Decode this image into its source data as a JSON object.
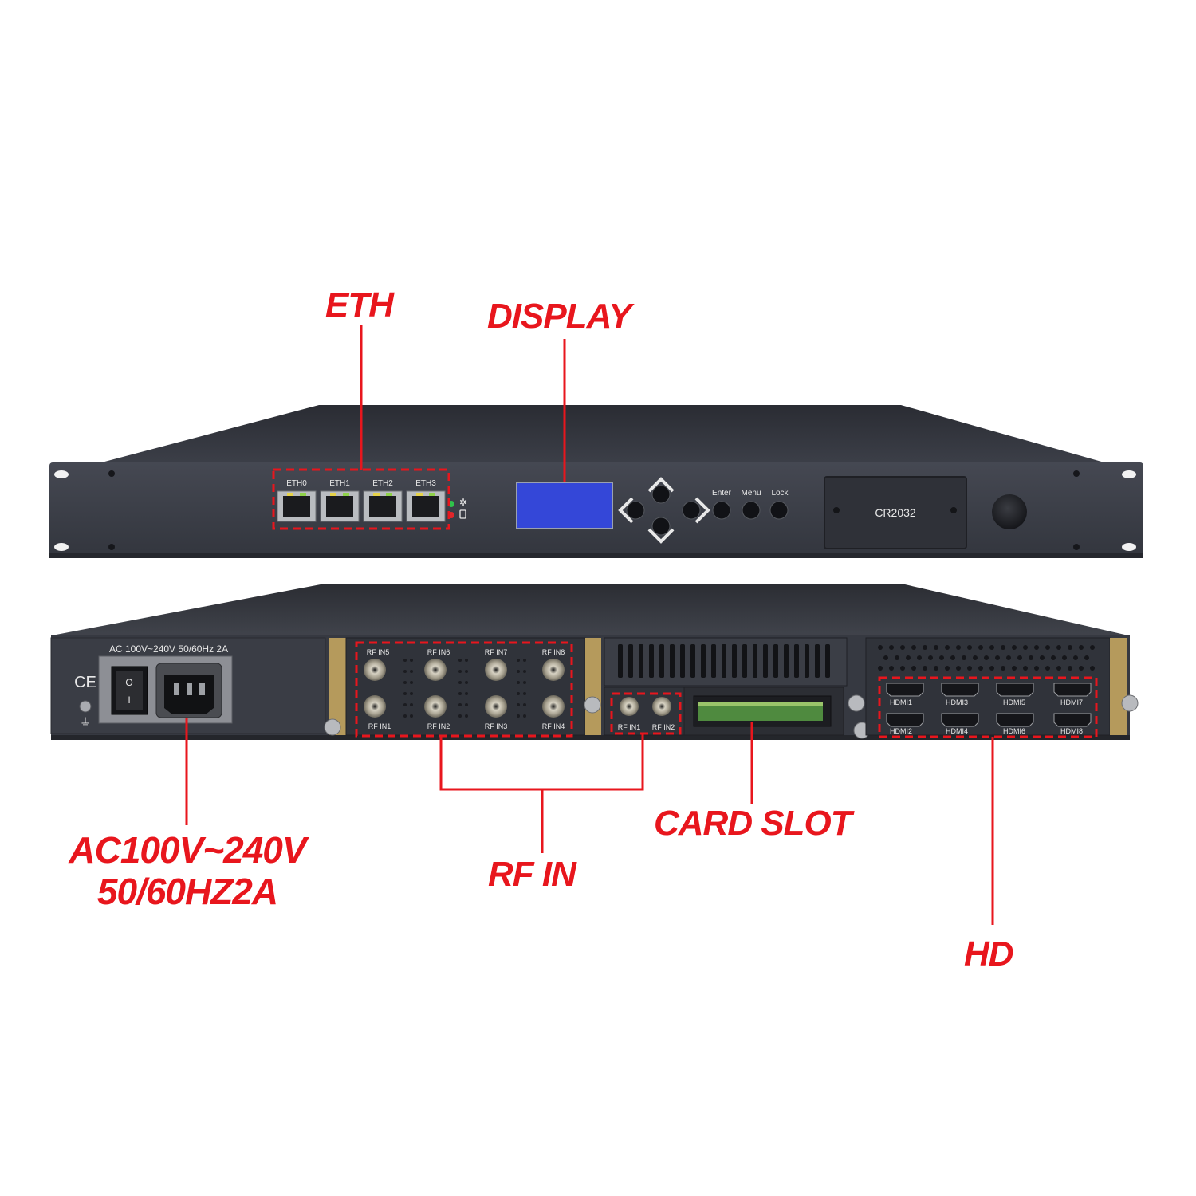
{
  "callouts": {
    "eth": "ETH",
    "display": "DISPLAY",
    "ac_line1": "AC100V~240V",
    "ac_line2": "50/60HZ2A",
    "rf_in": "RF IN",
    "card_slot": "CARD SLOT",
    "hd": "HD"
  },
  "front_panel": {
    "eth_ports": [
      "ETH0",
      "ETH1",
      "ETH2",
      "ETH3"
    ],
    "buttons": [
      "Enter",
      "Menu",
      "Lock"
    ],
    "battery_label": "CR2032"
  },
  "rear_panel": {
    "power_rating": "AC 100V~240V 50/60Hz 2A",
    "ce_mark": "CE",
    "rf_tuner_inputs_top": [
      "RF IN5",
      "RF IN6",
      "RF IN7",
      "RF IN8"
    ],
    "rf_tuner_inputs_bottom": [
      "RF IN1",
      "RF IN2",
      "RF IN3",
      "RF IN4"
    ],
    "rf_inputs_small": [
      "RF IN1",
      "RF IN2"
    ],
    "hdmi_top": [
      "HDMI1",
      "HDMI3",
      "HDMI5",
      "HDMI7"
    ],
    "hdmi_bottom": [
      "HDMI2",
      "HDMI4",
      "HDMI6",
      "HDMI8"
    ]
  },
  "colors": {
    "callout_red": "#e8161d",
    "chassis": "#3a3d45",
    "lcd_blue": "#3447d8"
  }
}
